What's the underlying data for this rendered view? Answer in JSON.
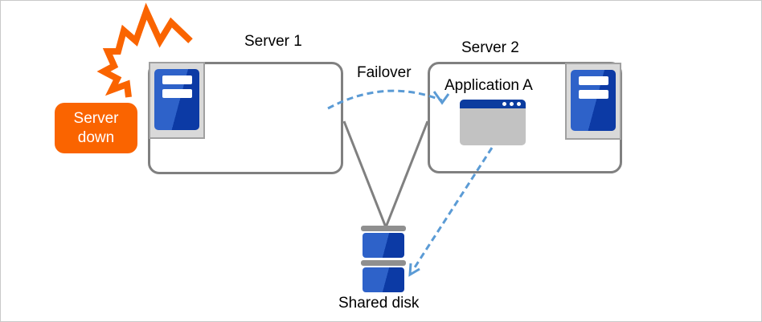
{
  "colors": {
    "accent_orange": "#FA6400",
    "blue_light": "#2E62C9",
    "blue_dark": "#0C3AA5",
    "titlebar_blue": "#0B3C9F",
    "window_body": "#C2C2C2",
    "icon_bg": "#D9D9D9",
    "icon_border": "#A0A0A0",
    "outline_gray": "#808080",
    "disk_bar": "#8F8F8F",
    "dash_blue": "#5B9BD5",
    "canvas_border": "#C9C9C9",
    "text_color": "#000000"
  },
  "diagram": {
    "crash_label": "Server down",
    "server1_label": "Server 1",
    "server2_label": "Server 2",
    "failover_label": "Failover",
    "application_label": "Application A",
    "shared_disk_label": "Shared disk"
  },
  "icons": {
    "crash": "lightning-burst-icon",
    "server1": "server-tower-icon",
    "server2": "server-tower-icon",
    "application": "app-window-icon",
    "shared_disk": "disk-stack-icon",
    "failover_arrow": "dashed-curved-arrow-icon",
    "disk_access_arrow": "dashed-straight-arrow-icon"
  }
}
